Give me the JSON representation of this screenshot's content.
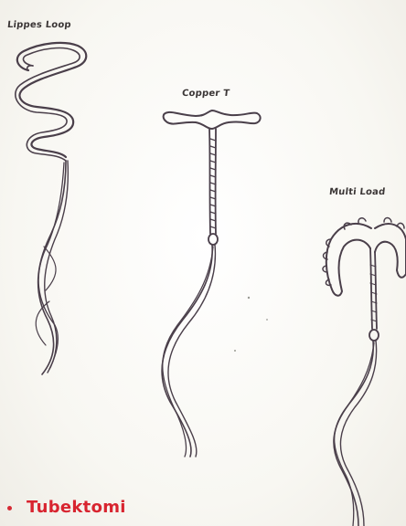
{
  "labels": {
    "lippes_loop": "Lippes Loop",
    "copper_t": "Copper T",
    "multi_load": "Multi Load"
  },
  "section": {
    "bullet": "•",
    "title": "Tubektomi"
  },
  "colors": {
    "ink": "#4a3f4a",
    "ink_light": "#6f6371",
    "bullet_red": "#d62a34",
    "title_red": "#d8242f"
  }
}
